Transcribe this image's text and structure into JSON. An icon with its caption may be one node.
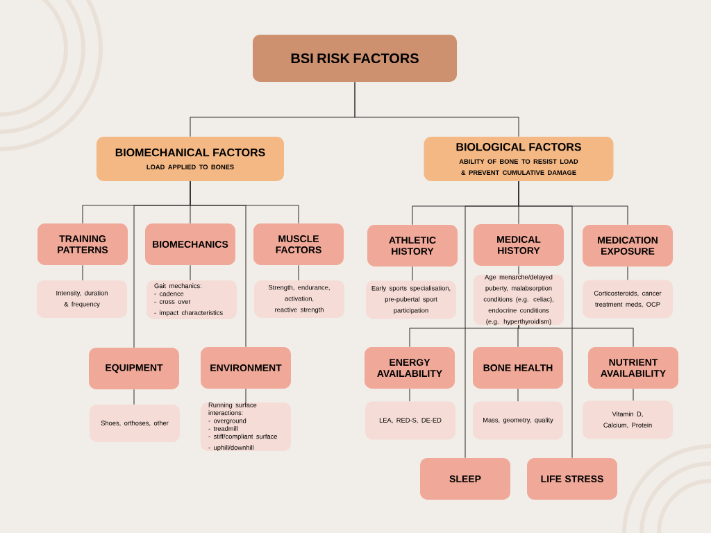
{
  "diagram": {
    "nodes": [
      {
        "text": [
          "BSI RISK FACTORS"
        ]
      },
      {
        "text": [
          "BIOMECHANICAL FACTORS",
          "LOAD APPLIED TO BONES"
        ]
      },
      {
        "text": [
          "BIOLOGICAL FACTORS",
          "ABILITY OF BONE TO RESIST LOAD & PREVENT CUMULATIVE DAMAGE"
        ]
      },
      {
        "text": [
          "TRAINING PATTERNS"
        ]
      },
      {
        "text": [
          "BIOMECHANICS"
        ]
      },
      {
        "text": [
          "MUSCLE FACTORS"
        ]
      },
      {
        "text": [
          "Intensity, duration & frequency"
        ]
      },
      {
        "text": [
          "Gait mechanics:",
          "- cadence",
          "- cross over",
          "- impact characteristics"
        ]
      },
      {
        "text": [
          "Strength, endurance, activation, reactive strength"
        ]
      },
      {
        "text": [
          "EQUIPMENT"
        ]
      },
      {
        "text": [
          "Shoes, orthoses, other"
        ]
      },
      {
        "text": [
          "ENVIRONMENT"
        ]
      },
      {
        "text": [
          "Running surface interactions:",
          "- overground",
          "- treadmill",
          "- stiff/compliant surface",
          "- uphill/downhill"
        ]
      },
      {
        "text": [
          "ATHLETIC HISTORY"
        ]
      },
      {
        "text": [
          "Early sports specialisation, pre-pubertal sport participation"
        ]
      },
      {
        "text": [
          "MEDICAL HISTORY"
        ]
      },
      {
        "text": [
          "Age menarche/delayed puberty, malabsorption conditions (e.g. celiac), endocrine conditions (e.g. hyperthyroidism)"
        ]
      },
      {
        "text": [
          "MEDICATION EXPOSURE"
        ]
      },
      {
        "text": [
          "Corticosteroids, cancer treatment meds, OCP"
        ]
      },
      {
        "text": [
          "ENERGY AVAILABILITY"
        ]
      },
      {
        "text": [
          "LEA, RED-S, DE-ED"
        ]
      },
      {
        "text": [
          "BONE HEALTH"
        ]
      },
      {
        "text": [
          "Mass, geometry, quality"
        ]
      },
      {
        "text": [
          "NUTRIENT AVAILABILITY"
        ]
      },
      {
        "text": [
          "Vitamin D, Calcium, Protein"
        ]
      },
      {
        "text": [
          "SLEEP"
        ]
      },
      {
        "text": [
          "LIFE STRESS"
        ]
      }
    ],
    "edges": [
      {
        "from": 0,
        "to": 1,
        "arrow": "none"
      },
      {
        "from": 0,
        "to": 2,
        "arrow": "none"
      },
      {
        "from": 1,
        "to": 3,
        "arrow": "none"
      },
      {
        "from": 1,
        "to": 4,
        "arrow": "none"
      },
      {
        "from": 1,
        "to": 5,
        "arrow": "none"
      },
      {
        "from": 1,
        "to": 9,
        "arrow": "none"
      },
      {
        "from": 1,
        "to": 11,
        "arrow": "none"
      },
      {
        "from": 3,
        "to": 6,
        "arrow": "none"
      },
      {
        "from": 4,
        "to": 7,
        "arrow": "none"
      },
      {
        "from": 5,
        "to": 8,
        "arrow": "none"
      },
      {
        "from": 9,
        "to": 10,
        "arrow": "none"
      },
      {
        "from": 11,
        "to": 12,
        "arrow": "none"
      },
      {
        "from": 2,
        "to": 13,
        "arrow": "none"
      },
      {
        "from": 2,
        "to": 15,
        "arrow": "none"
      },
      {
        "from": 2,
        "to": 17,
        "arrow": "none"
      },
      {
        "from": 2,
        "to": 25,
        "arrow": "none"
      },
      {
        "from": 2,
        "to": 26,
        "arrow": "none"
      },
      {
        "from": 13,
        "to": 14,
        "arrow": "none"
      },
      {
        "from": 15,
        "to": 16,
        "arrow": "none"
      },
      {
        "from": 17,
        "to": 18,
        "arrow": "none"
      },
      {
        "from": 16,
        "to": 19,
        "arrow": "none"
      },
      {
        "from": 16,
        "to": 21,
        "arrow": "none"
      },
      {
        "from": 16,
        "to": 23,
        "arrow": "none"
      },
      {
        "from": 19,
        "to": 20,
        "arrow": "none"
      },
      {
        "from": 21,
        "to": 22,
        "arrow": "none"
      },
      {
        "from": 23,
        "to": 24,
        "arrow": "none"
      }
    ]
  }
}
